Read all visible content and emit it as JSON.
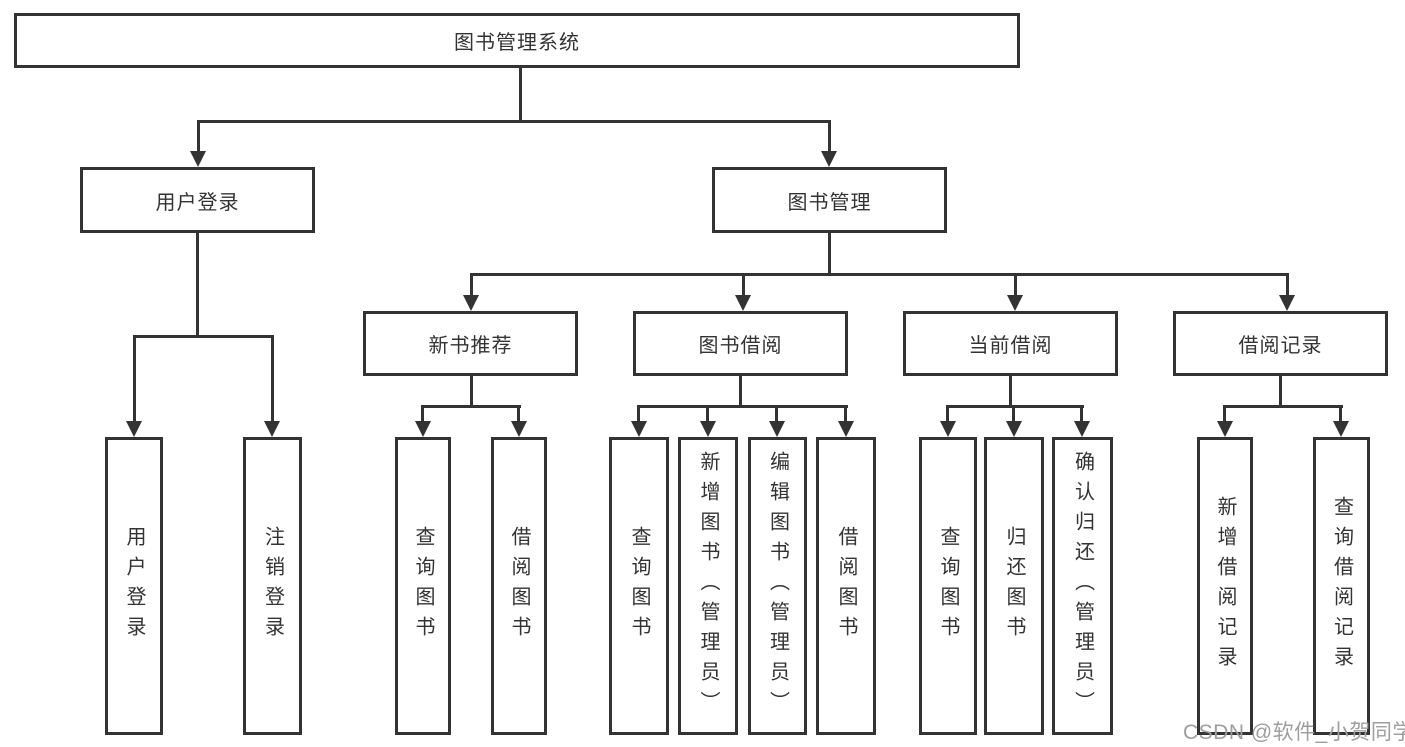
{
  "diagram": {
    "root": {
      "label": "图书管理系统"
    },
    "level2": [
      {
        "label": "用户登录"
      },
      {
        "label": "图书管理"
      }
    ],
    "level3": [
      {
        "label": "新书推荐"
      },
      {
        "label": "图书借阅"
      },
      {
        "label": "当前借阅"
      },
      {
        "label": "借阅记录"
      }
    ],
    "leaves": [
      {
        "label": "用户登录"
      },
      {
        "label": "注销登录"
      },
      {
        "label": "查询图书"
      },
      {
        "label": "借阅图书"
      },
      {
        "label": "查询图书"
      },
      {
        "label": "新增图书（管理员）"
      },
      {
        "label": "编辑图书（管理员）"
      },
      {
        "label": "借阅图书"
      },
      {
        "label": "查询图书"
      },
      {
        "label": "归还图书"
      },
      {
        "label": "确认归还（管理员）"
      },
      {
        "label": "新增借阅记录"
      },
      {
        "label": "查询借阅记录"
      }
    ]
  },
  "watermark": {
    "text": "CSDN @软件_小贺同学"
  },
  "colors": {
    "line": "#333333",
    "box_border": "#333333",
    "background": "#ffffff",
    "watermark": "#9e9e9e"
  }
}
